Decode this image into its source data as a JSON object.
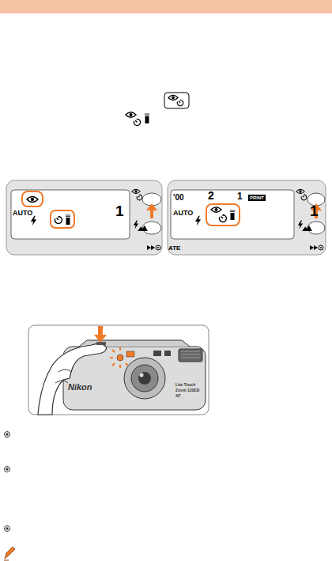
{
  "diagram": {
    "labels": [
      "AUTO",
      "1",
      "'00",
      "2",
      "1",
      "PRINT",
      "AUTO",
      "1",
      "ATE",
      "Nikon",
      "Lite·Touch",
      "Zoom 120ED",
      "AF"
    ]
  }
}
